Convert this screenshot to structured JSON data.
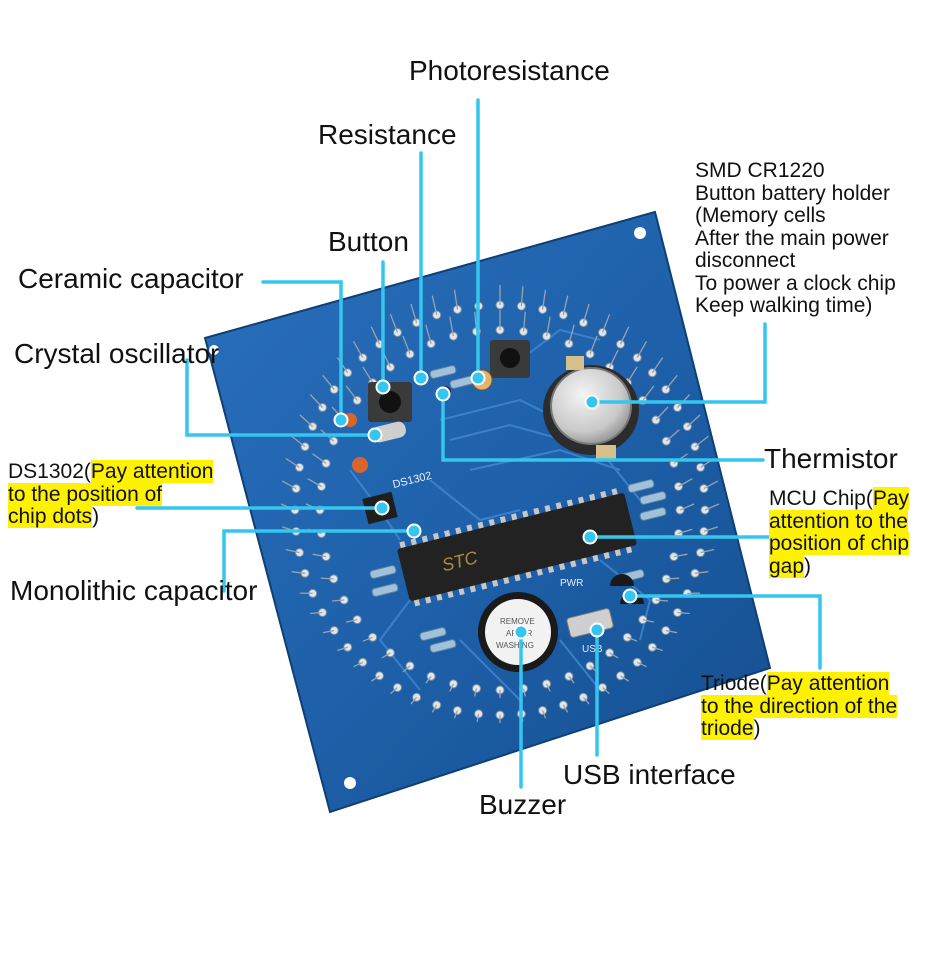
{
  "labels": {
    "photoresistance": "Photoresistance",
    "resistance": "Resistance",
    "button": "Button",
    "ceramic_capacitor": "Ceramic capacitor",
    "crystal_oscillator": "Crystal oscillator",
    "thermistor": "Thermistor",
    "monolithic_capacitor": "Monolithic capacitor",
    "usb_interface": "USB interface",
    "buzzer": "Buzzer"
  },
  "battery_holder": {
    "lines": [
      "SMD CR1220",
      "Button battery holder",
      "(Memory cells",
      "After the main power",
      "disconnect",
      "To power a clock chip",
      "Keep walking time)"
    ]
  },
  "ds1302": {
    "name": "DS1302(",
    "note_line1": "Pay attention",
    "note_line2": "to the position of",
    "note_line3": "chip dots",
    "close": ")"
  },
  "mcu": {
    "name": "MCU Chip(",
    "note_line1": "Pay",
    "note_line2": "attention to the",
    "note_line3": "position of chip",
    "note_line4": "gap",
    "close": ")"
  },
  "triode": {
    "name": "Triode(",
    "note_line1": "Pay attention",
    "note_line2": "to the direction of the",
    "note_line3": "triode",
    "close": ")"
  },
  "board_text": {
    "chip_mark": "STC",
    "ic_label": "DS1302",
    "usb_silk": "USB",
    "pwr_silk": "PWR",
    "buzzer_sticker_1": "REMOVE",
    "buzzer_sticker_2": "AFTER",
    "buzzer_sticker_3": "WASHING"
  },
  "colors": {
    "pointer": "#35c6ef",
    "dot": "#35c6ef",
    "highlight": "#fff200",
    "pcb": "#1d5fa8",
    "pcb_dark": "#124a86"
  }
}
